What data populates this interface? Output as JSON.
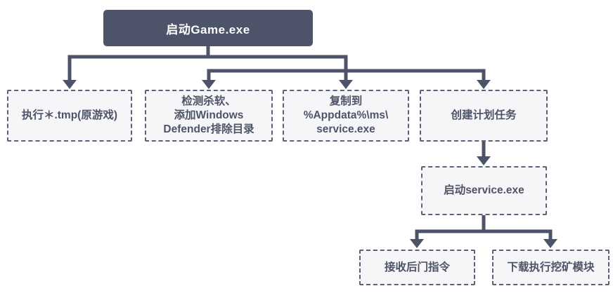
{
  "colors": {
    "ink": "#4d5368",
    "box_fill": "#f6f6f8",
    "box_border": "#5b6176",
    "text": "#4e5468",
    "root_text": "#ffffff"
  },
  "diagram": {
    "type": "flowchart",
    "nodes": [
      {
        "id": "start-game",
        "label": "启动Game.exe",
        "style": "solid"
      },
      {
        "id": "exec-tmp",
        "label": "执行＊.tmp(原游戏)",
        "style": "dashed"
      },
      {
        "id": "detect-av",
        "label": "检测杀软、\n添加Windows\nDefender排除目录",
        "style": "dashed"
      },
      {
        "id": "copy-appdata",
        "label": "复制到\n%Appdata%\\ms\\\nservice.exe",
        "style": "dashed"
      },
      {
        "id": "create-task",
        "label": "创建计划任务",
        "style": "dashed"
      },
      {
        "id": "start-service",
        "label": "启动service.exe",
        "style": "dashed"
      },
      {
        "id": "recv-backdoor",
        "label": "接收后门指令",
        "style": "dashed"
      },
      {
        "id": "download-miner",
        "label": "下载执行挖矿模块",
        "style": "dashed"
      }
    ],
    "edges": [
      {
        "from": "start-game",
        "to": "exec-tmp"
      },
      {
        "from": "start-game",
        "to": "detect-av"
      },
      {
        "from": "start-game",
        "to": "copy-appdata"
      },
      {
        "from": "start-game",
        "to": "create-task"
      },
      {
        "from": "create-task",
        "to": "start-service"
      },
      {
        "from": "start-service",
        "to": "recv-backdoor"
      },
      {
        "from": "start-service",
        "to": "download-miner"
      }
    ]
  }
}
